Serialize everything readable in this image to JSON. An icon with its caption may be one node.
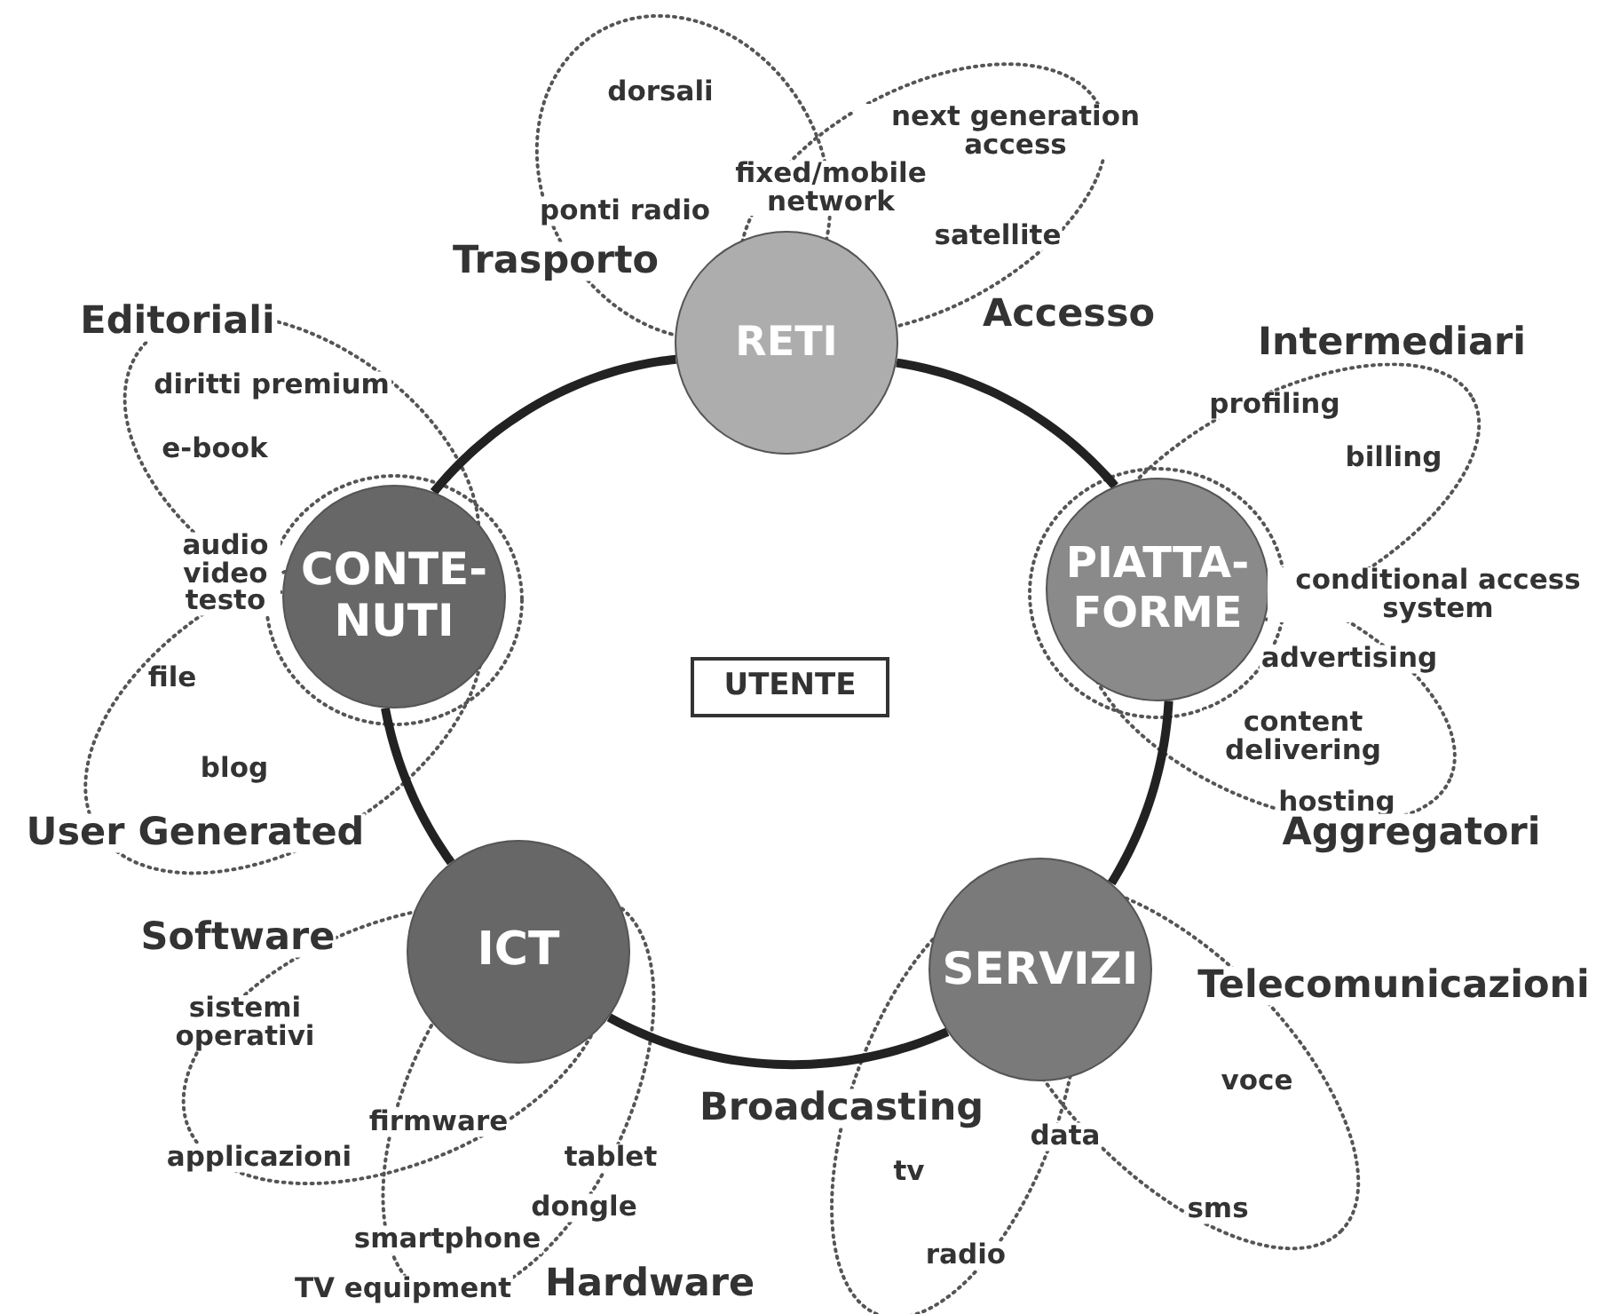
{
  "diagram": {
    "nodes": [
      {
        "text": [
          "UTENTE"
        ]
      },
      {
        "text": [
          "RETI"
        ]
      },
      {
        "text": [
          "PIATTA- FORME"
        ]
      },
      {
        "text": [
          "SERVIZI"
        ]
      },
      {
        "text": [
          "ICT"
        ]
      },
      {
        "text": [
          "CONTE- NUTI"
        ]
      }
    ],
    "edges": [
      {
        "from": 1,
        "to": 2,
        "arrow": "none"
      },
      {
        "from": 2,
        "to": 3,
        "arrow": "none"
      },
      {
        "from": 3,
        "to": 4,
        "arrow": "none"
      },
      {
        "from": 4,
        "to": 5,
        "arrow": "none"
      },
      {
        "from": 5,
        "to": 1,
        "arrow": "none"
      }
    ],
    "labels": [
      "dorsali",
      "next generation access",
      "ponti radio",
      "fixed/mobile network",
      "satellite",
      "Trasporto",
      "Editoriali",
      "Accesso",
      "Intermediari",
      "diritti premium",
      "profiling",
      "e-book",
      "billing",
      "audio video testo",
      "conditional access system",
      "advertising",
      "file",
      "content delivering",
      "blog",
      "hosting",
      "User Generated",
      "Aggregatori",
      "Software",
      "Telecomunicazioni",
      "sistemi operativi",
      "voce",
      "Broadcasting",
      "firmware",
      "data",
      "applicazioni",
      "tablet",
      "tv",
      "dongle",
      "sms",
      "smartphone",
      "radio",
      "TV equipment",
      "Hardware"
    ]
  }
}
